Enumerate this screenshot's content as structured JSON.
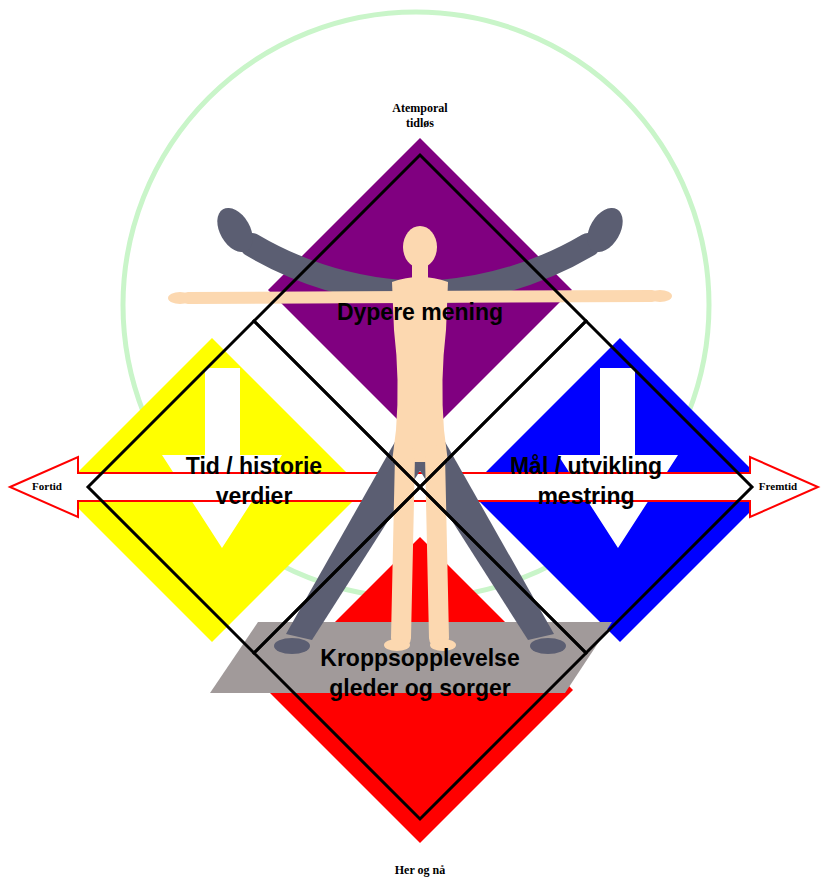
{
  "diagram": {
    "nodes": [
      {
        "text": [
          "Dypere mening"
        ]
      },
      {
        "text": [
          "Tid / historie",
          "verdier"
        ]
      },
      {
        "text": [
          "Mål / utvikling",
          "mestring"
        ]
      },
      {
        "text": [
          "Kroppsopplevelse",
          "gleder og sorger"
        ]
      }
    ],
    "labels": [
      "Atemporal tidløs",
      "Fortid",
      "Fremtid",
      "Her og nå"
    ]
  }
}
